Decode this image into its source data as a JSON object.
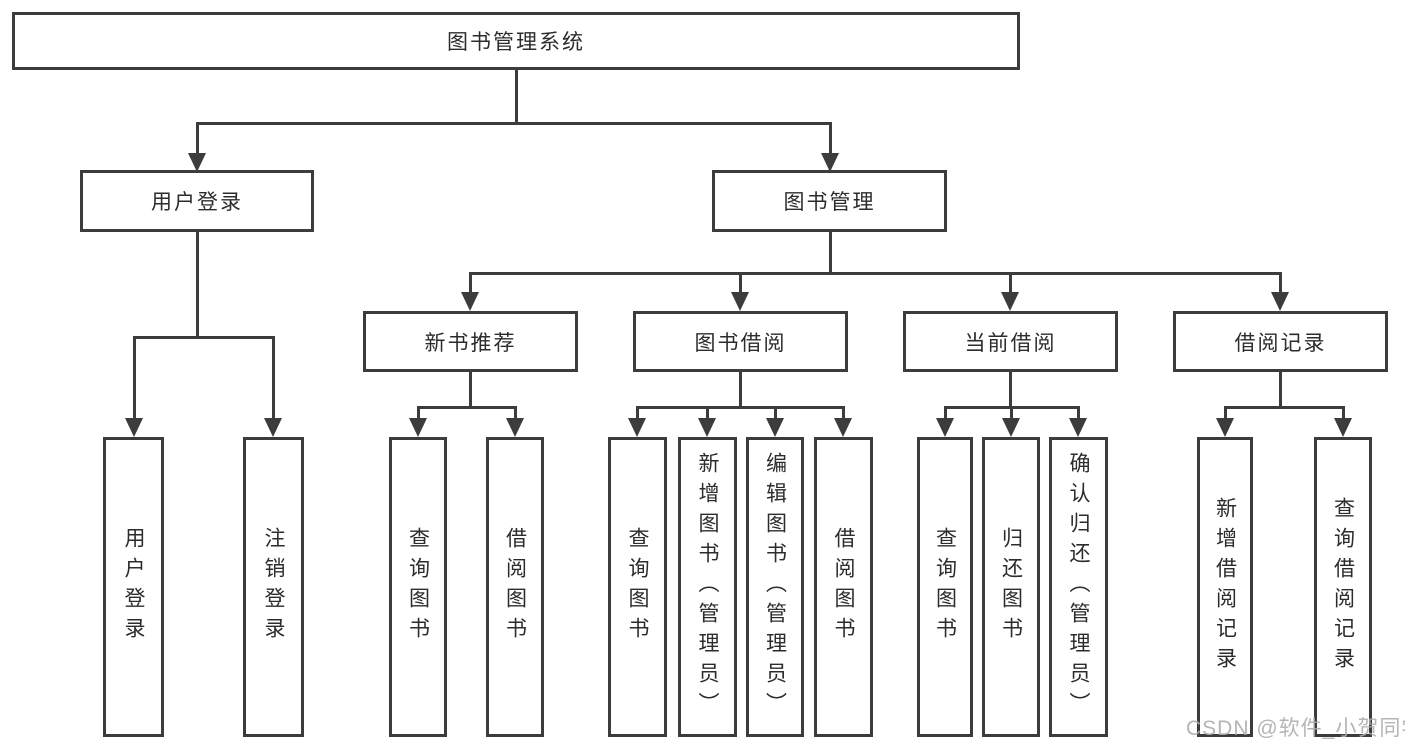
{
  "tree": {
    "root": {
      "label": "图书管理系统"
    },
    "children": [
      {
        "label": "用户登录",
        "children": [
          {
            "label": "用户登录"
          },
          {
            "label": "注销登录"
          }
        ]
      },
      {
        "label": "图书管理",
        "children": [
          {
            "label": "新书推荐",
            "children": [
              {
                "label": "查询图书"
              },
              {
                "label": "借阅图书"
              }
            ]
          },
          {
            "label": "图书借阅",
            "children": [
              {
                "label": "查询图书"
              },
              {
                "label": "新增图书（管理员）"
              },
              {
                "label": "编辑图书（管理员）"
              },
              {
                "label": "借阅图书"
              }
            ]
          },
          {
            "label": "当前借阅",
            "children": [
              {
                "label": "查询图书"
              },
              {
                "label": "归还图书"
              },
              {
                "label": "确认归还（管理员）"
              }
            ]
          },
          {
            "label": "借阅记录",
            "children": [
              {
                "label": "新增借阅记录"
              },
              {
                "label": "查询借阅记录"
              }
            ]
          }
        ]
      }
    ]
  },
  "watermark": "CSDN @软件_小贺同学",
  "colors": {
    "line": "#3c3c3c",
    "text": "#2c2c2c",
    "watermark": "#adadad",
    "background": "#ffffff"
  }
}
